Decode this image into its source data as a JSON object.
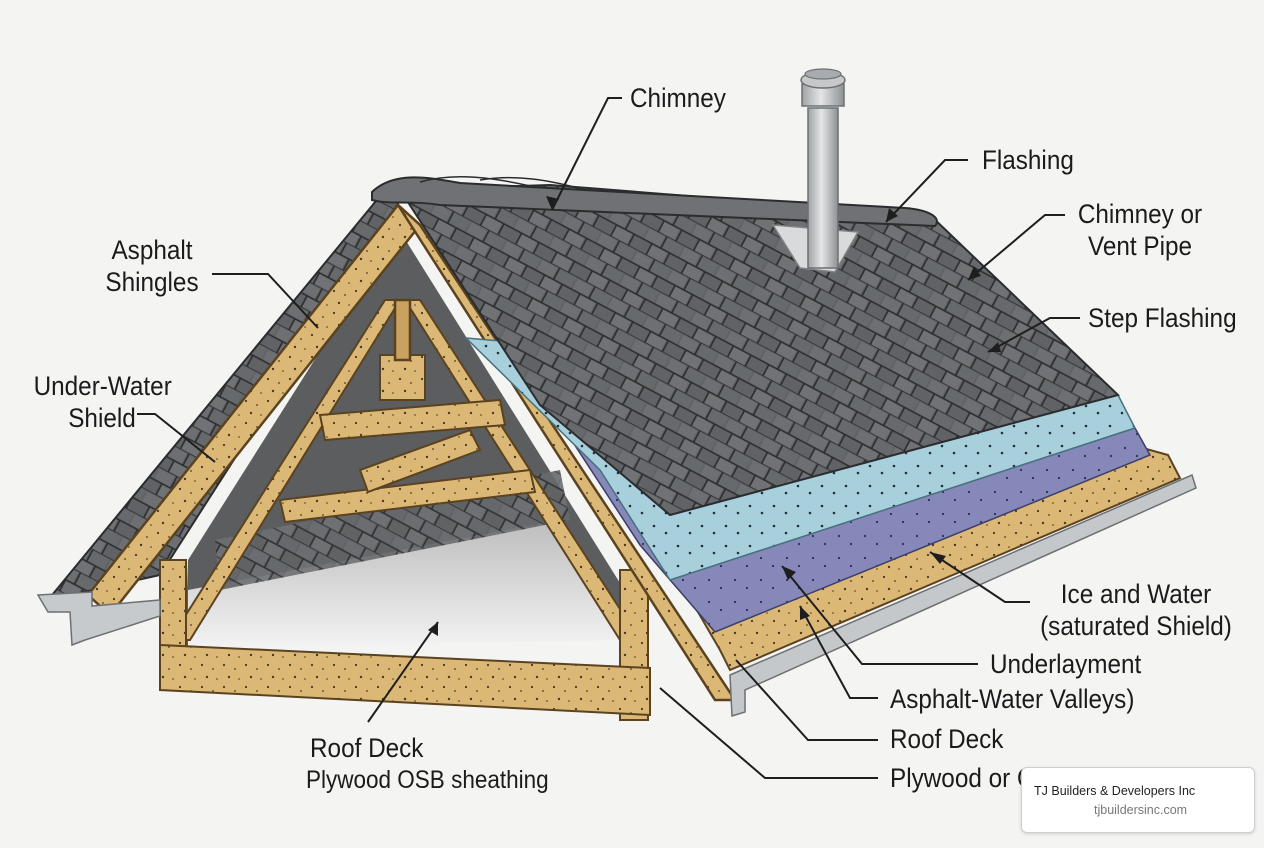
{
  "labels": {
    "chimney": "Chimney",
    "flashing": "Flashing",
    "chimney_or_vent_pipe": [
      "Chimney or",
      "Vent Pipe"
    ],
    "step_flashing": "Step Flashing",
    "asphalt_shingles": [
      "Asphalt",
      "Shingles"
    ],
    "under_water_shield": [
      "Under-Water",
      "Shield"
    ],
    "ice_and_water": [
      "Ice and Water",
      "(saturated Shield)"
    ],
    "underlayment": "Underlayment",
    "asphalt_water_valleys": "Asphalt-Water Valleys)",
    "roof_deck_right": "Roof Deck",
    "plywood_or": "Plywood or OSB",
    "roof_deck_left": "Roof Deck",
    "plywood_osb_sheathing": "Plywood OSB sheathing"
  },
  "credit": {
    "company": "TJ Builders & Developers Inc",
    "website": "tjbuildersinc.com"
  },
  "colors": {
    "background": "#f4f4f3",
    "shingles": "#5f6164",
    "shingle_lines": "#2e2f31",
    "ice_water_shield": "#a9cfdb",
    "underlayment": "#8487b8",
    "wood_deck": "#d9b473",
    "timber": "#d7b070",
    "metal": "#b9bcbe"
  }
}
